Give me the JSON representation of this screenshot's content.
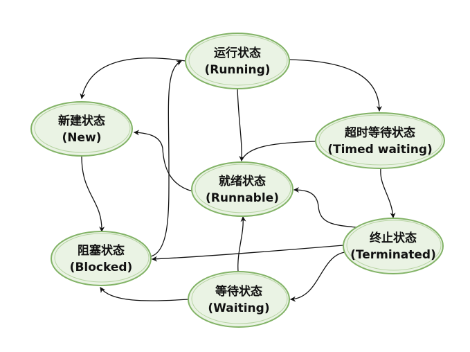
{
  "nodes": {
    "running": {
      "title": "运行状态",
      "subtitle": "(Running)"
    },
    "new": {
      "title": "新建状态",
      "subtitle": "(New)"
    },
    "timed": {
      "title": "超时等待状态",
      "subtitle": "(Timed waiting)"
    },
    "runnable": {
      "title": "就绪状态",
      "subtitle": "(Runnable)"
    },
    "terminated": {
      "title": "终止状态",
      "subtitle": "(Terminated)"
    },
    "blocked": {
      "title": "阻塞状态",
      "subtitle": "(Blocked)"
    },
    "waiting": {
      "title": "等待状态",
      "subtitle": "(Waiting)"
    }
  },
  "colors": {
    "node_fill": "#eaf3e4",
    "node_border": "#82b366",
    "edge": "#111111"
  }
}
